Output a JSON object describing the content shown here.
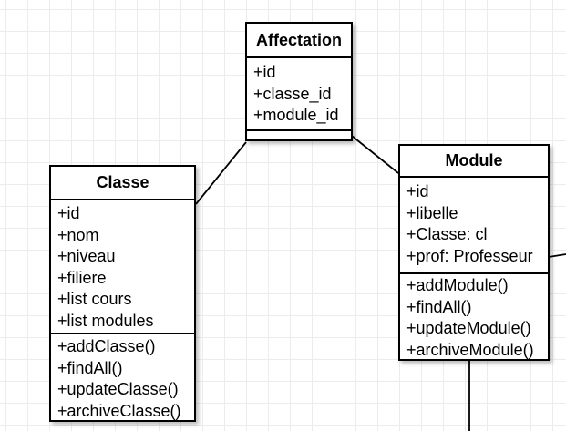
{
  "diagram": {
    "kind": "uml-class-diagram",
    "colors": {
      "canvas_background": "#ffffff",
      "grid_line": "#ececec",
      "shape_fill": "#ffffff",
      "shape_border": "#000000",
      "text": "#000000"
    },
    "classes": [
      {
        "name": "Affectation",
        "attributes": [
          "+id",
          "+classe_id",
          "+module_id"
        ],
        "methods": []
      },
      {
        "name": "Classe",
        "attributes": [
          "+id",
          "+nom",
          "+niveau",
          "+filiere",
          "+list cours",
          "+list modules"
        ],
        "methods": [
          "+addClasse()",
          "+findAll()",
          "+updateClasse()",
          "+archiveClasse()"
        ]
      },
      {
        "name": "Module",
        "attributes": [
          "+id",
          "+libelle",
          "+Classe: cl",
          "+prof: Professeur"
        ],
        "methods": [
          "+addModule()",
          "+findAll()",
          "+updateModule()",
          "+archiveModule()"
        ]
      }
    ],
    "edges": [
      {
        "from": "Affectation",
        "to": "Classe",
        "type": "line"
      },
      {
        "from": "Affectation",
        "to": "Module",
        "type": "line"
      },
      {
        "from": "Module",
        "to": "offscreen-right",
        "type": "line"
      },
      {
        "from": "Module",
        "to": "offscreen-bottom",
        "type": "line"
      }
    ]
  }
}
